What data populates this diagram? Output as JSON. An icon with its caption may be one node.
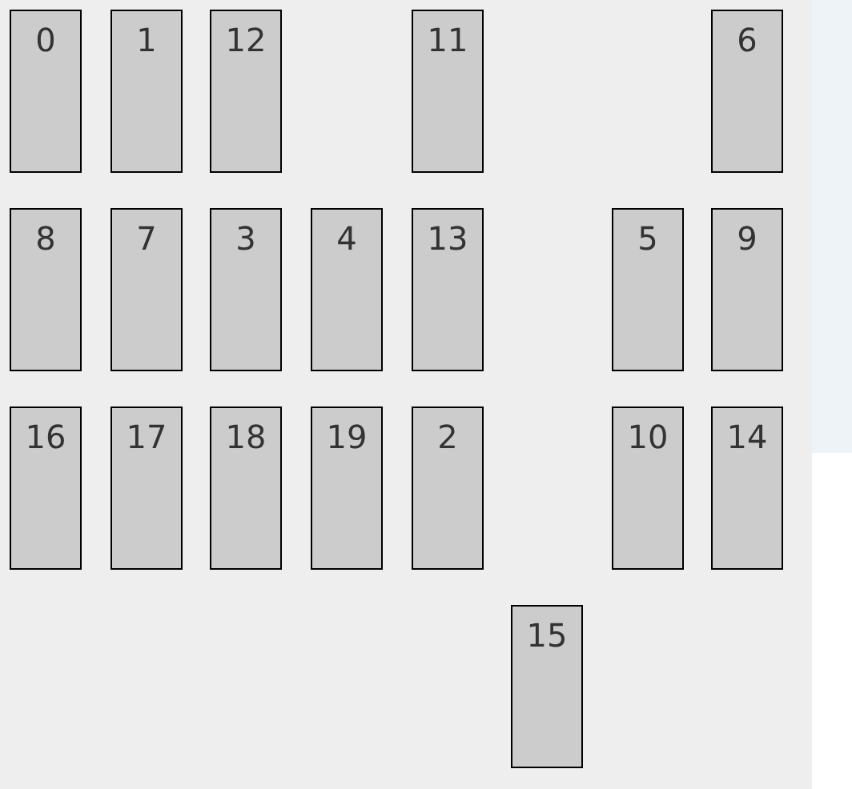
{
  "diagram": {
    "nodes": [
      {
        "text": [
          "0"
        ]
      },
      {
        "text": [
          "1"
        ]
      },
      {
        "text": [
          "12"
        ]
      },
      {
        "text": [
          "11"
        ]
      },
      {
        "text": [
          "6"
        ]
      },
      {
        "text": [
          "8"
        ]
      },
      {
        "text": [
          "7"
        ]
      },
      {
        "text": [
          "3"
        ]
      },
      {
        "text": [
          "4"
        ]
      },
      {
        "text": [
          "13"
        ]
      },
      {
        "text": [
          "5"
        ]
      },
      {
        "text": [
          "9"
        ]
      },
      {
        "text": [
          "16"
        ]
      },
      {
        "text": [
          "17"
        ]
      },
      {
        "text": [
          "18"
        ]
      },
      {
        "text": [
          "19"
        ]
      },
      {
        "text": [
          "2"
        ]
      },
      {
        "text": [
          "10"
        ]
      },
      {
        "text": [
          "14"
        ]
      },
      {
        "text": [
          "15"
        ]
      }
    ]
  }
}
